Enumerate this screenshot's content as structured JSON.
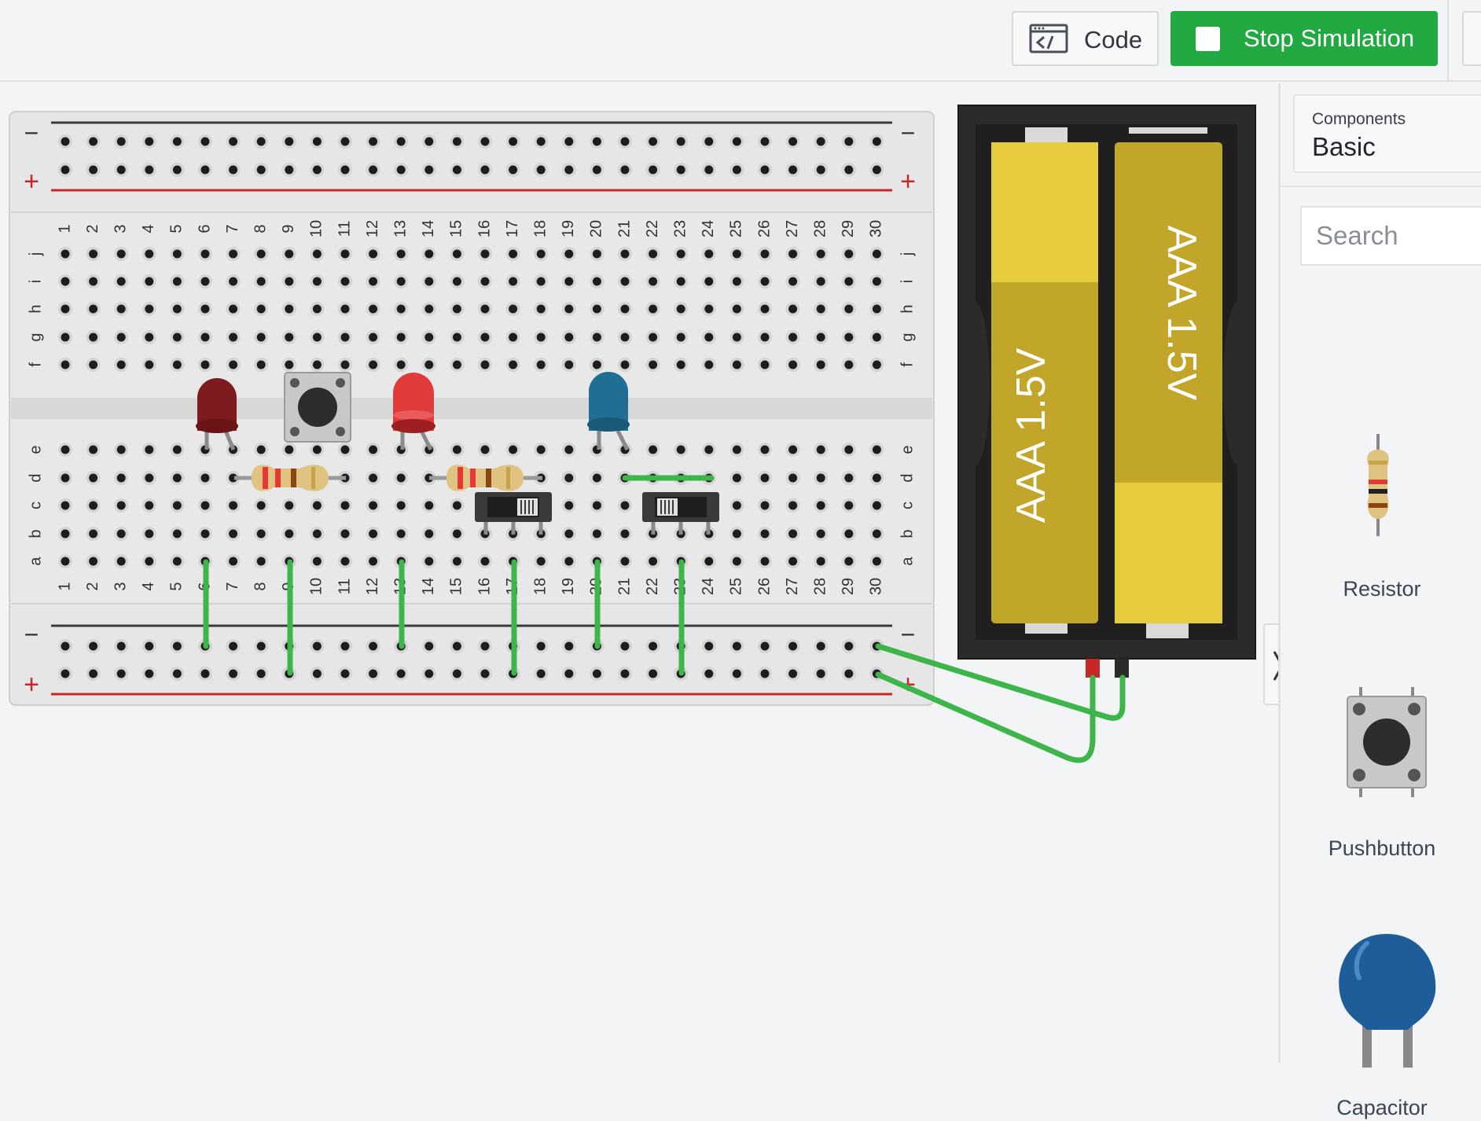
{
  "toolbar": {
    "code_label": "Code",
    "sim_label": "Stop Simulation"
  },
  "breadboard": {
    "column_numbers": [
      "1",
      "2",
      "3",
      "4",
      "5",
      "6",
      "7",
      "8",
      "9",
      "10",
      "11",
      "12",
      "13",
      "14",
      "15",
      "16",
      "17",
      "18",
      "19",
      "20",
      "21",
      "22",
      "23",
      "24",
      "25",
      "26",
      "27",
      "28",
      "29",
      "30"
    ],
    "upper_rows": [
      "j",
      "i",
      "h",
      "g",
      "f"
    ],
    "lower_rows": [
      "e",
      "d",
      "c",
      "b",
      "a"
    ],
    "rail_minus": "−",
    "rail_plus": "+"
  },
  "battery": {
    "cell_label": "AAA 1.5V"
  },
  "panel": {
    "selector_small": "Components",
    "selector_big": "Basic",
    "search_placeholder": "Search",
    "components": [
      {
        "label": "Resistor"
      },
      {
        "label": "Pushbutton"
      },
      {
        "label": "Capacitor"
      }
    ]
  },
  "colors": {
    "accent_green": "#23a942",
    "wire_green": "#3db54a",
    "rail_red": "#c62828",
    "led_dark_red": "#7e1b1f",
    "led_red": "#e03a3a",
    "led_blue": "#1f6e93",
    "battery_yellow": "#e6cc3d",
    "battery_olive": "#c1a62a"
  }
}
